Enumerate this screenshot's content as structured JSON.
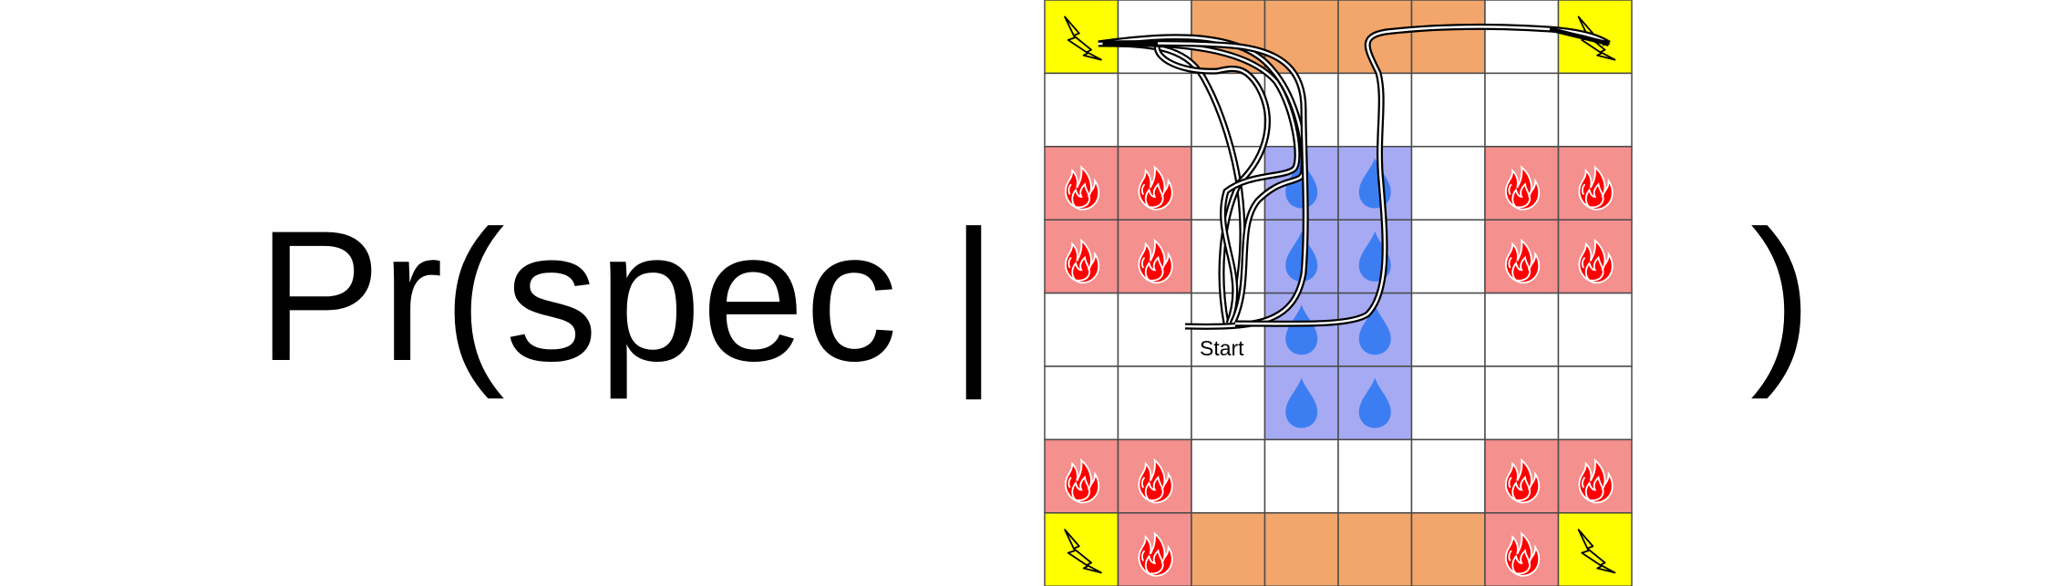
{
  "equation": {
    "prefix": "Pr(spec |",
    "suffix": ")"
  },
  "grid": {
    "rows": 8,
    "cols": 8,
    "legend": {
      "W": "empty",
      "O": "orange",
      "Y": "lightning",
      "F": "fire",
      "B": "water"
    },
    "cells": [
      "YWOOOOWY",
      "WWWWWWWW",
      "FFWBBWFF",
      "FFWBBWFF",
      "WWWBBWWW",
      "WWWBBWWW",
      "FFWWWWFF",
      "YFOOOOFY"
    ],
    "start_label": "Start",
    "colors": {
      "empty": "#ffffff",
      "orange": "#f2a66b",
      "lightning": "#ffff00",
      "fire": "#f4908e",
      "water": "#a5aaf3",
      "flame": "#ff0000",
      "droplet": "#3c7ef2",
      "grid_line": "#4a4a4a"
    }
  }
}
